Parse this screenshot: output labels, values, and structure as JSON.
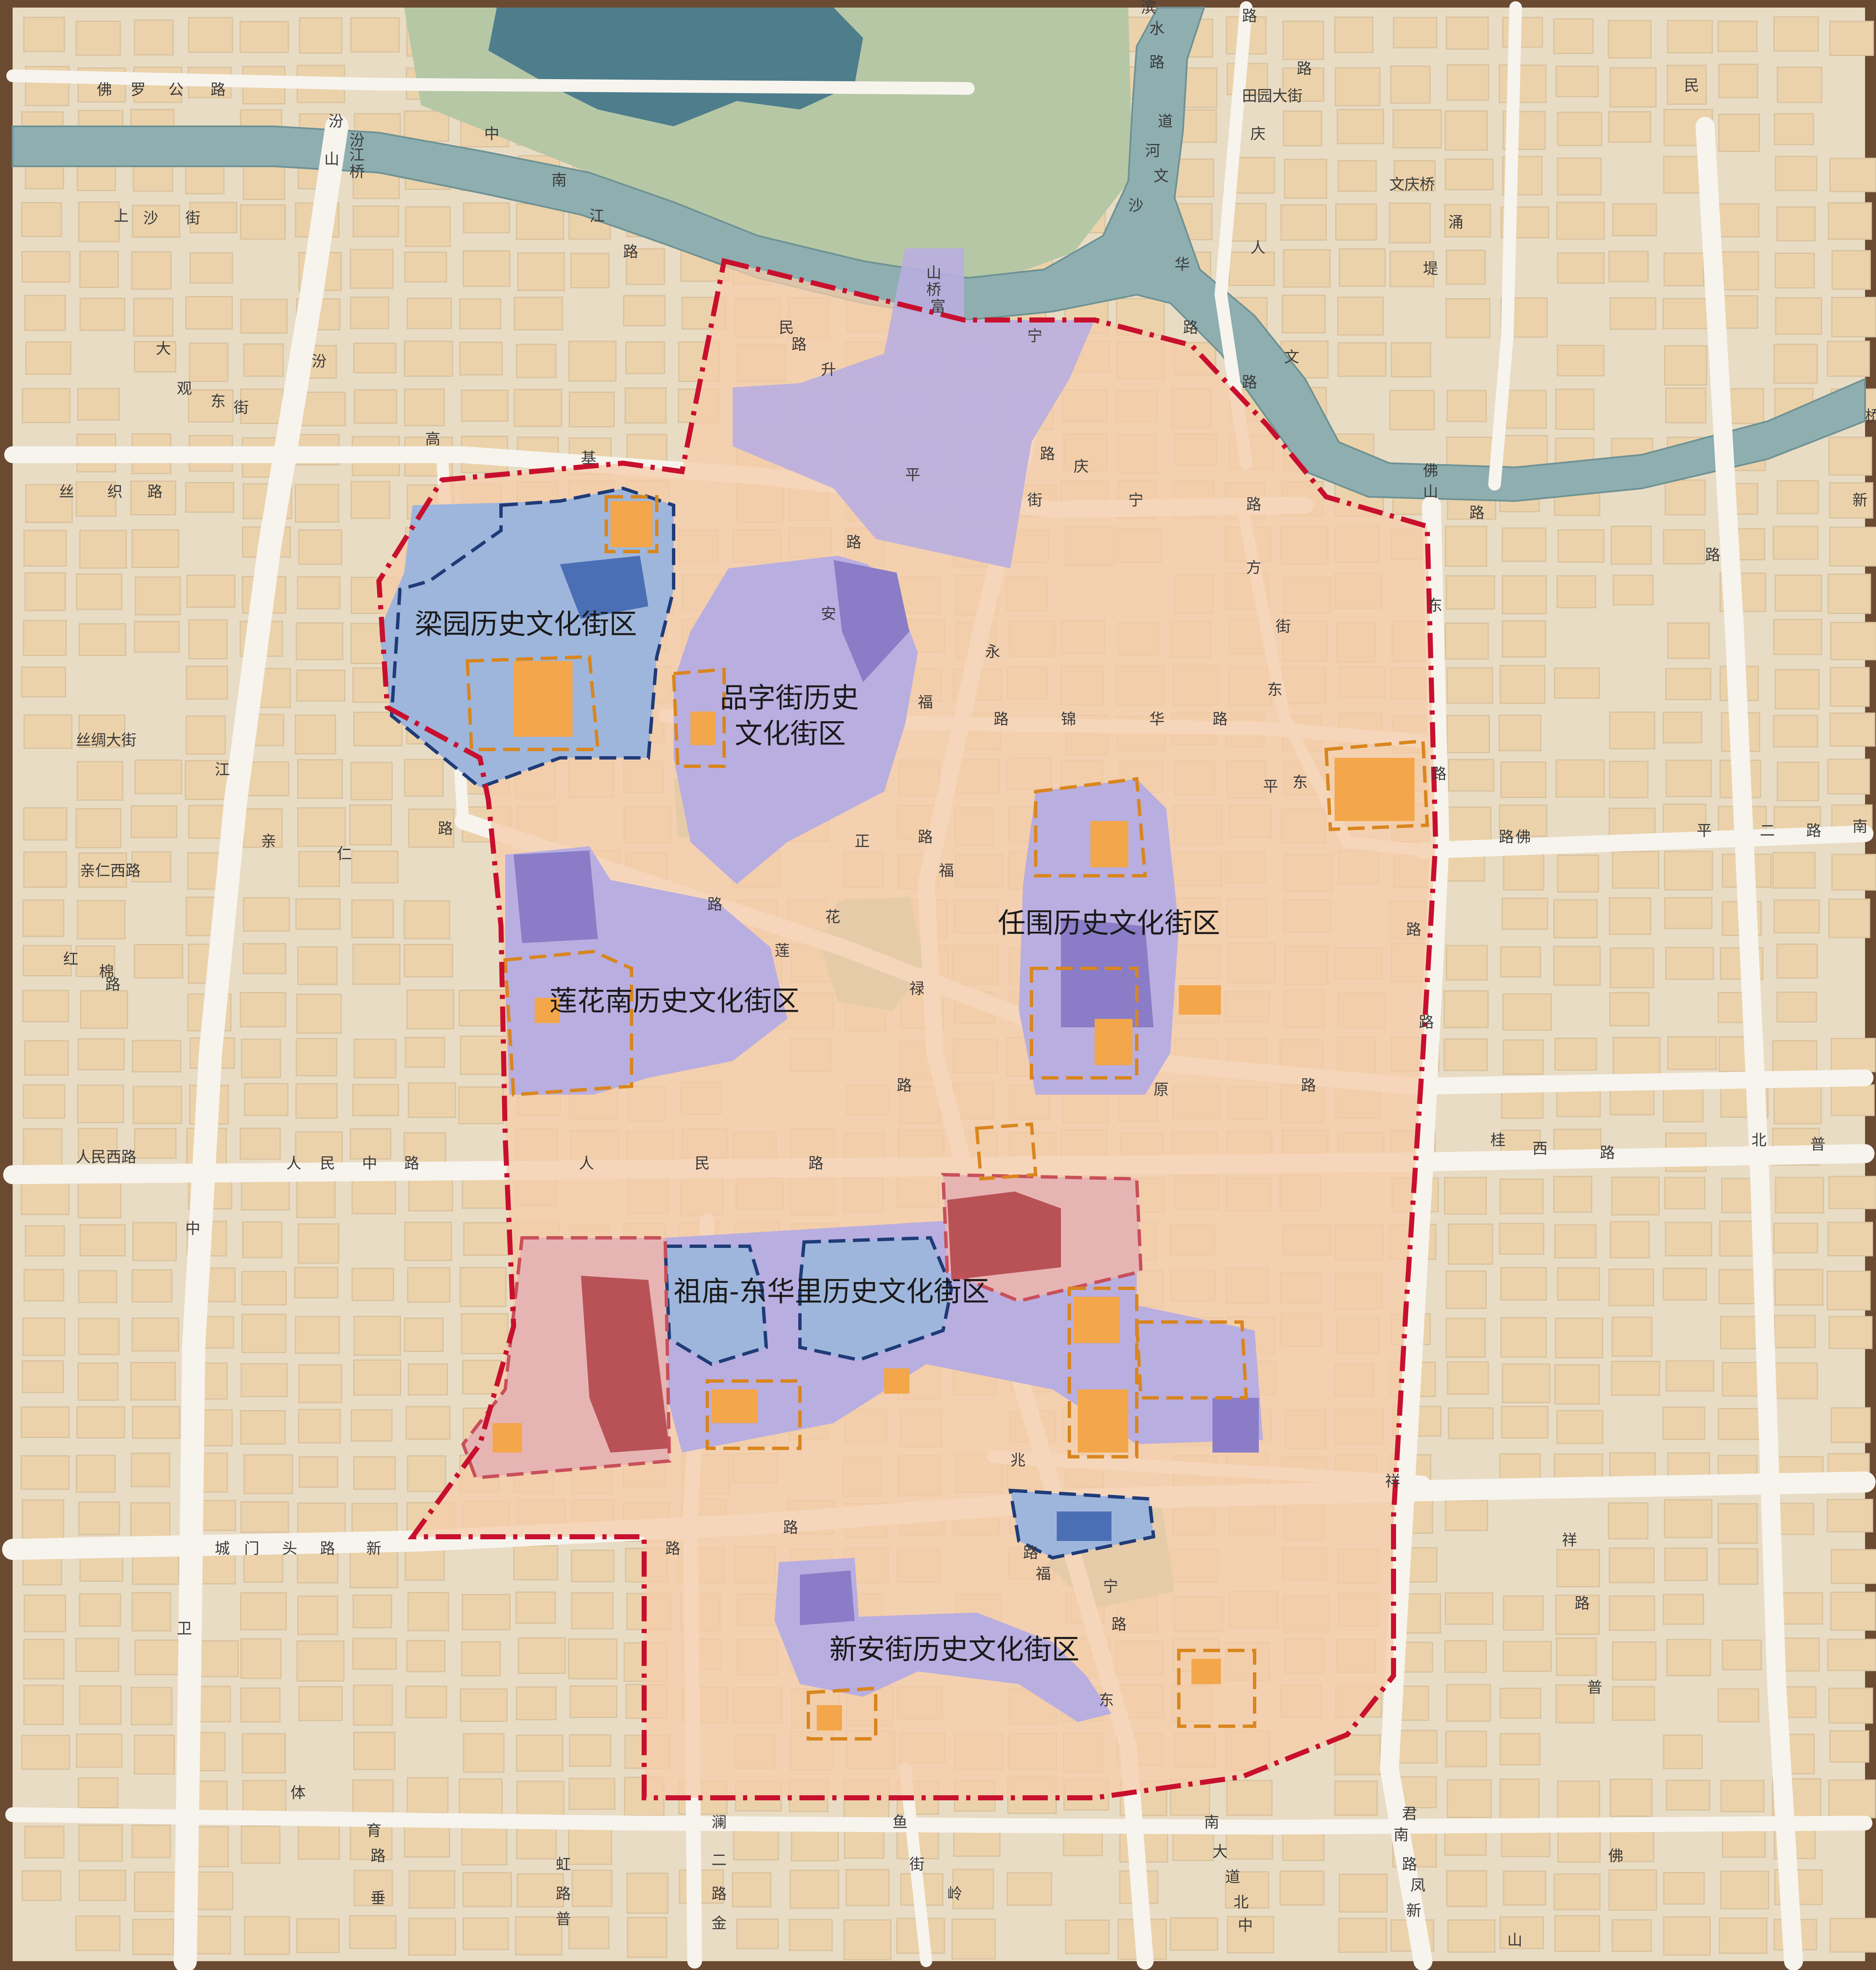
{
  "map": {
    "colors": {
      "base": "#e9dcc4",
      "block": "#ecd2aa",
      "block_edge": "#d9c3a0",
      "road": "#f7f4ee",
      "river": "#8eaeb0",
      "river_edge": "#6e9294",
      "lake": "#4e7d8c",
      "park": "#b6c7a6",
      "core_area": "#f5ccaa",
      "district_purple": "#b9aee0",
      "district_purple_dark": "#8a7cc6",
      "district_blue": "#9fb6dc",
      "district_blue_dark": "#4b6fb5",
      "district_pink": "#e7b4b4",
      "district_red": "#b85257",
      "heritage_orange": "#f3a64a",
      "boundary_red": "#c8102e",
      "outline_blue": "#1f3c78",
      "outline_orange": "#d9861e",
      "frame": "#6b4a32"
    },
    "districts": [
      {
        "id": "liangyuan",
        "name": "梁园历史文化街区"
      },
      {
        "id": "pinzijie",
        "name_line1": "品字街历史",
        "name_line2": "文化街区"
      },
      {
        "id": "renwei",
        "name": "任围历史文化街区"
      },
      {
        "id": "lianhuanan",
        "name": "莲花南历史文化街区"
      },
      {
        "id": "zumiao",
        "name": "祖庙-东华里历史文化街区"
      },
      {
        "id": "xinanjie",
        "name": "新安街历史文化街区"
      }
    ],
    "road_labels": [
      "佛",
      "罗",
      "公",
      "路",
      "中",
      "汾",
      "山",
      "南",
      "江",
      "路",
      "汾",
      "江",
      "桥",
      "上",
      "沙",
      "街",
      "大",
      "观",
      "东",
      "街",
      "汾",
      "高",
      "基",
      "丝",
      "织",
      "路",
      "丝绸大街",
      "江",
      "亲",
      "仁",
      "路",
      "亲仁西路",
      "红",
      "棉",
      "路",
      "人民西路",
      "人",
      "民",
      "中",
      "路",
      "人",
      "民",
      "路",
      "中",
      "城",
      "门",
      "头",
      "路",
      "新",
      "路",
      "路",
      "卫",
      "体",
      "育",
      "路",
      "垂",
      "虹",
      "路",
      "普",
      "澜",
      "二",
      "路",
      "金",
      "鱼",
      "街",
      "岭",
      "南",
      "大",
      "道",
      "北",
      "中",
      "山",
      "桥",
      "富",
      "民",
      "路",
      "升",
      "平",
      "路",
      "安",
      "街",
      "永",
      "宁",
      "路",
      "庆",
      "宁",
      "路",
      "福",
      "路",
      "锦",
      "华",
      "路",
      "正",
      "路",
      "莲",
      "花",
      "路",
      "福",
      "禄",
      "路",
      "原",
      "路",
      "兆",
      "祥",
      "路",
      "福",
      "宁",
      "路",
      "东",
      "方",
      "街",
      "东",
      "东",
      "平",
      "路",
      "佛",
      "平",
      "二",
      "路",
      "南",
      "桂",
      "西",
      "路",
      "北",
      "普",
      "祥",
      "路",
      "普",
      "君",
      "南",
      "路",
      "凤",
      "新",
      "佛",
      "山",
      "滨",
      "水",
      "路",
      "道",
      "河",
      "文",
      "沙",
      "路",
      "田园大街",
      "庆",
      "路",
      "文",
      "文庆桥",
      "人",
      "民",
      "桥",
      "佛",
      "山",
      "涌",
      "堤",
      "华",
      "路",
      "路",
      "路",
      "路",
      "东",
      "路",
      "新",
      "路",
      "路"
    ]
  }
}
